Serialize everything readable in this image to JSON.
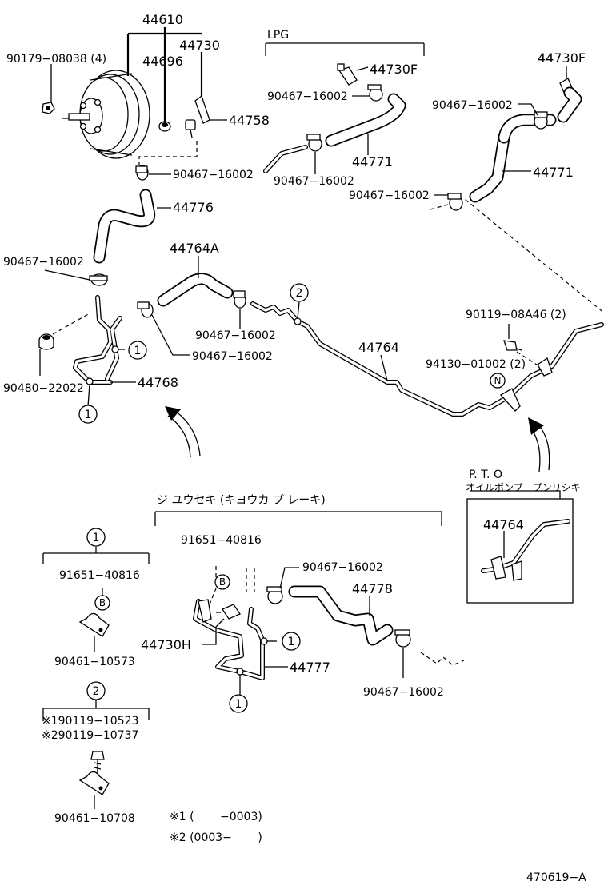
{
  "labels": {
    "p44610": "44610",
    "p44730_top": "44730",
    "p90179": "90179−08038 (4)",
    "p44696": "44696",
    "p44758": "44758",
    "clamp_a": "90467−16002",
    "p44776": "44776",
    "clamp_b": "90467−16002",
    "p44764a": "44764A",
    "clamp_c": "90467−16002",
    "clamp_d": "90467−16002",
    "p90480": "90480−22022",
    "p44768": "44768",
    "lpg": "LPG",
    "p44730f_a": "44730F",
    "clamp_e": "90467−16002",
    "p44771_a": "44771",
    "clamp_f": "90467−16002",
    "p44730f_b": "44730F",
    "clamp_g": "90467−16002",
    "p44771_b": "44771",
    "clamp_h": "90467−16002",
    "p90119_08a46": "90119−08A46 (2)",
    "p44764": "44764",
    "p94130": "94130−01002 (2)",
    "pto_line1": "P. T. O",
    "pto_line2": "オイルポンプ　プンリシキ",
    "pto_part": "44764",
    "juusek": "ジ ユウセキ (キヨウカ プ レーキ)",
    "p91651_mid": "91651−40816",
    "clamp_i": "90467−16002",
    "p44778": "44778",
    "p44730h": "44730H",
    "p44777": "44777",
    "clamp_j": "90467−16002",
    "d1_part": "91651−40816",
    "d1_clip": "90461−10573",
    "d2_bolt1": "※190119−10523",
    "d2_bolt2": "※290119−10737",
    "d2_clip": "90461−10708",
    "note1": "※1 (　　 −0003)",
    "note2": "※2 (0003−　　 )",
    "figure_id": "470619−A"
  },
  "markers": {
    "one": "1",
    "two": "2",
    "n": "N",
    "b": "B"
  }
}
